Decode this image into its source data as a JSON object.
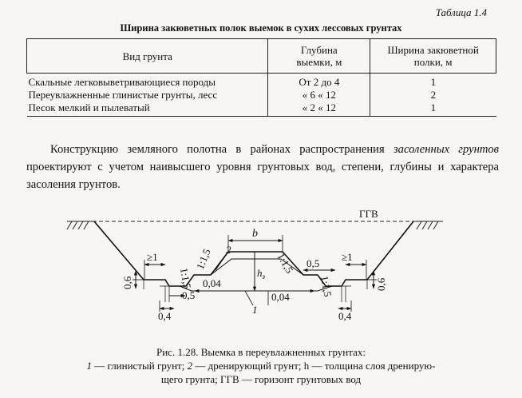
{
  "table": {
    "number": "Таблица 1.4",
    "title": "Ширина закюветных полок выемок в сухих лессовых грунтах",
    "headers": [
      "Вид грунта",
      "Глубина выемки, м",
      "Ширина закюветной полки, м"
    ],
    "header_lines": [
      [
        "Вид грунта"
      ],
      [
        "Глубина",
        "выемки, м"
      ],
      [
        "Ширина закюветной",
        "полки, м"
      ]
    ],
    "rows": [
      [
        "Скальные легковыветривающиеся породы",
        "От 2 до 4",
        "1"
      ],
      [
        "Переувлажненные глинистые грунты, лесс",
        "« 6 « 12",
        "2"
      ],
      [
        "Песок мелкий и пылеватый",
        "« 2 « 12",
        "1"
      ]
    ]
  },
  "paragraph": {
    "before": "Конструкцию земляного полотна в районах распространения ",
    "italic": "засоленных грунтов",
    "after": " проектируют с учетом наивысшего уровня грунтовых вод, степени, глубины и характера засоления грунтов."
  },
  "figure": {
    "labels": {
      "ggv": "ГГВ",
      "b": "b",
      "ge1_left": "≥1",
      "ge1_right": "≥1",
      "slope_left": "1:1,5",
      "slope_mid_left": "1:1,5",
      "slope_mid_right": "1:1,5",
      "slope_right": "1:1,5",
      "h": "h",
      "h_sub": "з",
      "num1": "1",
      "num2": "2",
      "d05_left": "0,5",
      "d05_right": "0,5",
      "d004_left": "0,04",
      "d004_right": "0,04",
      "d04_left": "0,4",
      "d04_right": "0,4",
      "d06_left": "0,6",
      "d06_right": "0,6"
    }
  },
  "caption": {
    "title": "Рис. 1.28. Выемка в переувлажненных грунтах:",
    "n1": "1",
    "t1": " — глинистый грунт; ",
    "n2": "2",
    "t2": " — дренирующий грунт; h — толщина слоя дренирую-",
    "t3": "щего грунта; ГГВ — горизонт грунтовых вод"
  }
}
